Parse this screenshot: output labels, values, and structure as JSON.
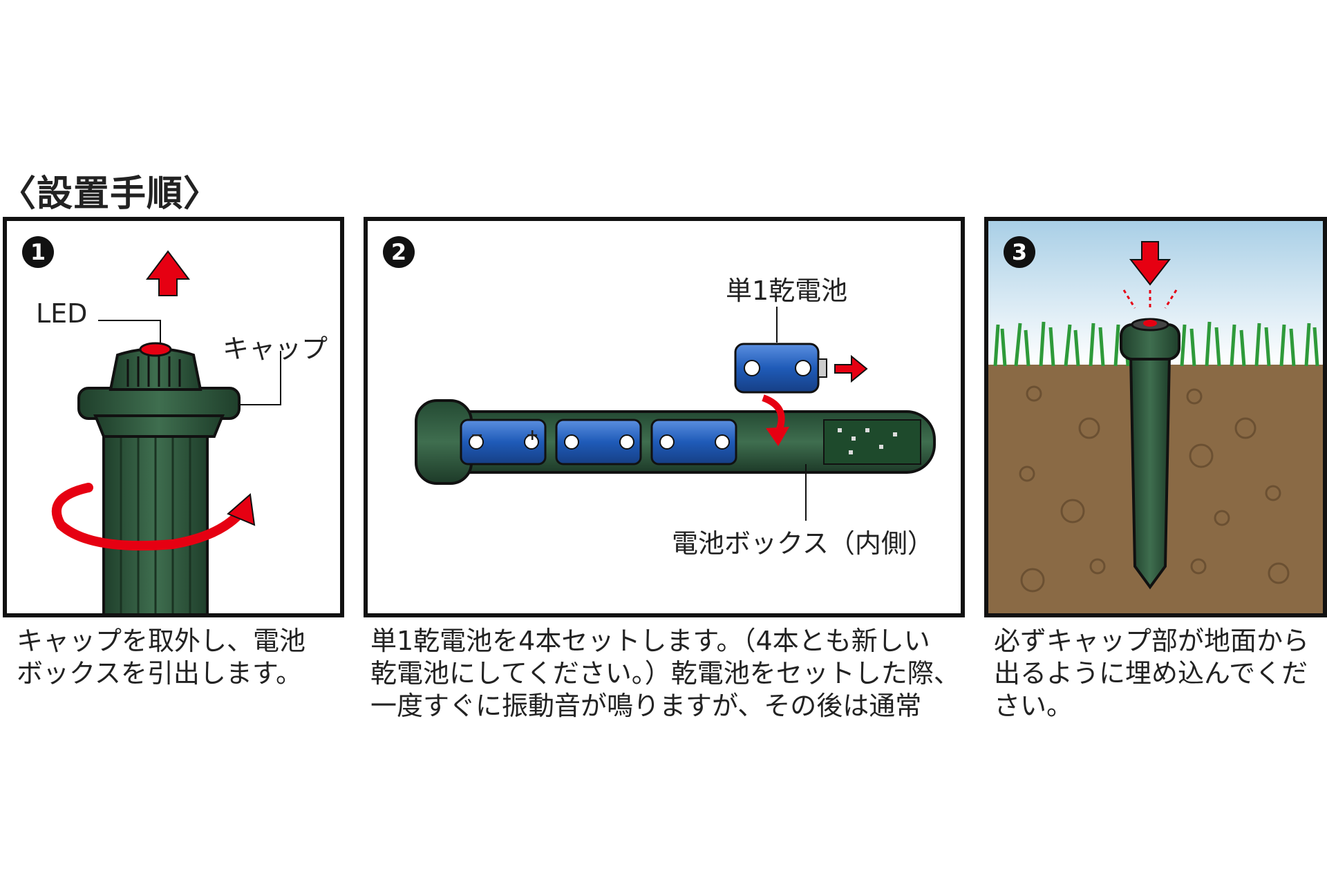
{
  "title": "〈設置手順〉",
  "steps": [
    {
      "number": "1",
      "labels": {
        "led": "LED",
        "cap": "キャップ"
      },
      "description": [
        "キャップを取外し、電池",
        "ボックスを引出します。"
      ]
    },
    {
      "number": "2",
      "labels": {
        "battery": "単1乾電池",
        "battery_box": "電池ボックス（内側）"
      },
      "battery_signs": {
        "minus": "−",
        "plus": "+"
      },
      "description": [
        "単1乾電池を4本セットします。（4本とも新しい",
        "乾電池にしてください。）乾電池をセットした際、",
        "一度すぐに振動音が鳴りますが、その後は通常"
      ]
    },
    {
      "number": "3",
      "description": [
        "必ずキャップ部が地面から",
        "出るように埋め込んでくだ",
        "さい。"
      ]
    }
  ],
  "colors": {
    "device_green": "#2f5a3f",
    "arrow_red": "#e60012",
    "battery_blue": "#1f5bb8",
    "soil": "#8a6a45",
    "grass": "#2e9a3a",
    "sky": "#bcd9ea"
  }
}
